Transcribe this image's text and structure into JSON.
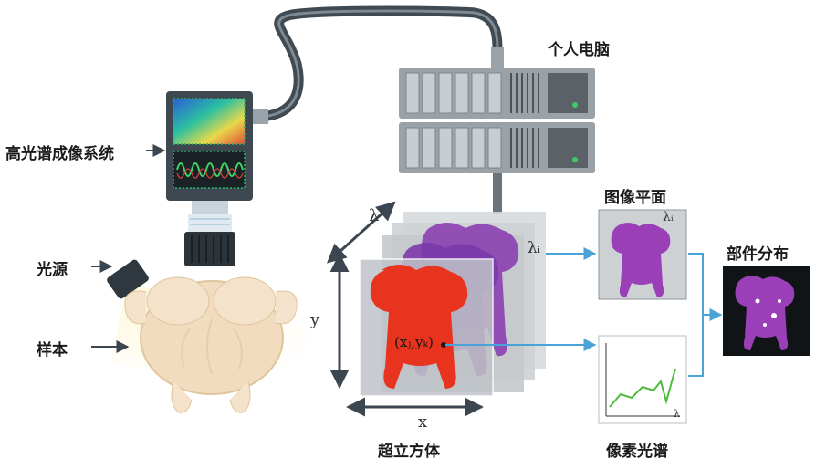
{
  "labels": {
    "hsi_system": "高光谱成像系统",
    "light_source": "光源",
    "sample": "样本",
    "pc": "个人电脑",
    "image_plane": "图像平面",
    "component_distribution": "部件分布",
    "pixel_spectrum": "像素光谱",
    "hypercube": "超立方体"
  },
  "axes": {
    "x": "x",
    "y": "y",
    "lambda": "λ",
    "lambda_i": "λᵢ",
    "pixel": "(xⱼ,yₖ)",
    "plot_lambda": "λ"
  },
  "colors": {
    "arrow_blue": "#4aa3d8",
    "red_layer": "#e8341f",
    "purple_layer": "#8a3fb0",
    "server": "#8c9499",
    "cable": "#3f4a52"
  }
}
